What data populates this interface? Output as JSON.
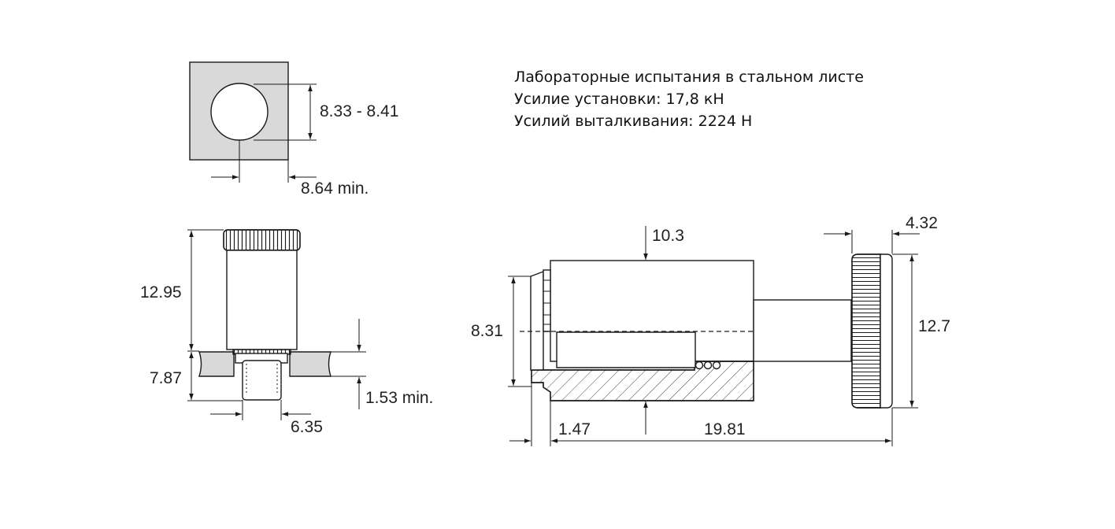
{
  "notes": {
    "line1": "Лабораторные испытания в стальном листе",
    "line2": "Усилие установки: 17,8 кН",
    "line3": "Усилий выталкивания: 2224 Н"
  },
  "dimensions": {
    "hole_diameter": "8.33 - 8.41",
    "hole_edge_distance": "8.64 min.",
    "body_height": "12.95",
    "total_height": "7.87",
    "sheet_thickness": "1.53 min.",
    "shank_diameter": "6.35",
    "side_height": "8.31",
    "side_body": "10.3",
    "knob_thickness": "4.32",
    "knob_diameter": "12.7",
    "flange_offset": "1.47",
    "total_length": "19.81"
  },
  "colors": {
    "line": "#1a1a1a",
    "panel_fill": "#d9d9d9"
  }
}
